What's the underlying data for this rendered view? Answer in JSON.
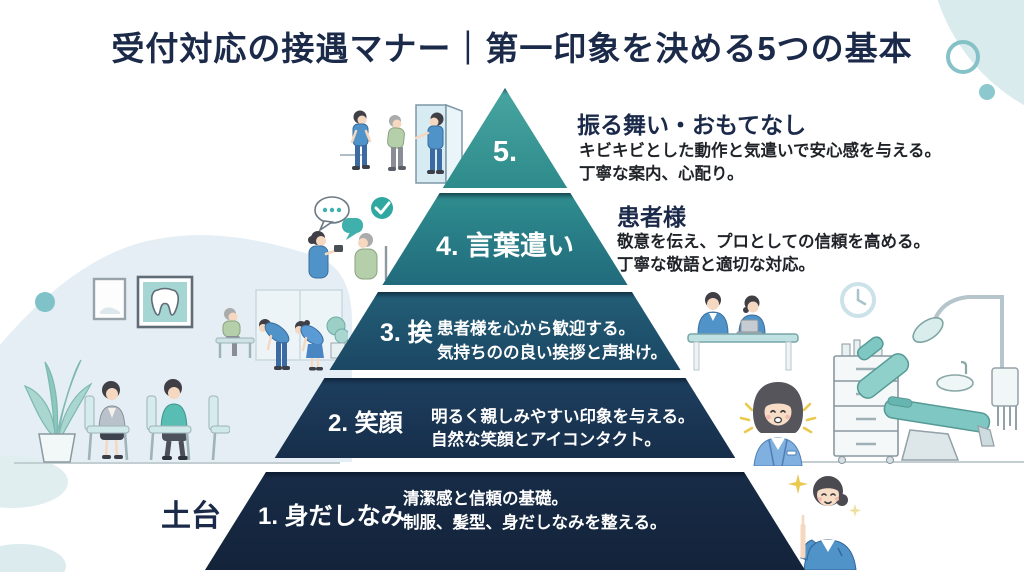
{
  "title": "受付対応の接遇マナー｜第一印象を決める5つの基本",
  "pyramid": {
    "foundation_label": "土台",
    "levels": [
      {
        "id": "level-5",
        "number_label": "5.",
        "side_heading": "振る舞い・おもてなし",
        "side_desc1": "キビキビとした動作と気遣いで安心感を与える。",
        "side_desc2": "丁寧な案内、心配り。",
        "color_top": "#47a5a1",
        "color_bottom": "#2e8b8b"
      },
      {
        "id": "level-4",
        "band_label": "4. 言葉遣い",
        "side_heading": "患者様",
        "side_desc1": "敬意を伝え、プロとしての信頼を高める。",
        "side_desc2": "丁寧な敬語と適切な対応。",
        "color_top": "#2f8e8f",
        "color_bottom": "#216a7c"
      },
      {
        "id": "level-3",
        "band_label": "3. 挨",
        "band_desc1": "患者様を心から歓迎する。",
        "band_desc2": "気持ちのの良い挨拶と声掛け。",
        "color_top": "#235e77",
        "color_bottom": "#1b4763"
      },
      {
        "id": "level-2",
        "band_label": "2. 笑顔",
        "band_desc1": "明るく親しみやすい印象を与える。",
        "band_desc2": "自然な笑顔とアイコンタクト。",
        "color_top": "#1e3f5f",
        "color_bottom": "#162e4a"
      },
      {
        "id": "level-1",
        "band_label": "1. 身だしなみ",
        "band_desc1": "清潔感と信頼の基礎。",
        "band_desc2": "制服、髪型、身だしなみを整える。",
        "color_top": "#182c47",
        "color_bottom": "#13233a"
      }
    ]
  },
  "colors": {
    "deep_navy": "#1c2a4a",
    "teal_accent": "#3fa7a3",
    "light_blue_bg": "#e4eef4",
    "sparkle_yellow": "#e9c94e",
    "scrub_blue": "#4f93c9"
  },
  "icons": {
    "check_icon": "✓",
    "clock_icon": "🕐",
    "tooth_icon": "🦷",
    "sparkle_icon": "✦",
    "speech_bubble_icon": "💬"
  },
  "illustrations": [
    "entrance-guide-scene",
    "conversation-scene",
    "tooth-picture-frame",
    "bow-greeting-scene",
    "waiting-room-scene",
    "reception-desk-scene",
    "wall-clock",
    "dental-chair-scene",
    "receptionist-smile",
    "nurse-pointing"
  ]
}
